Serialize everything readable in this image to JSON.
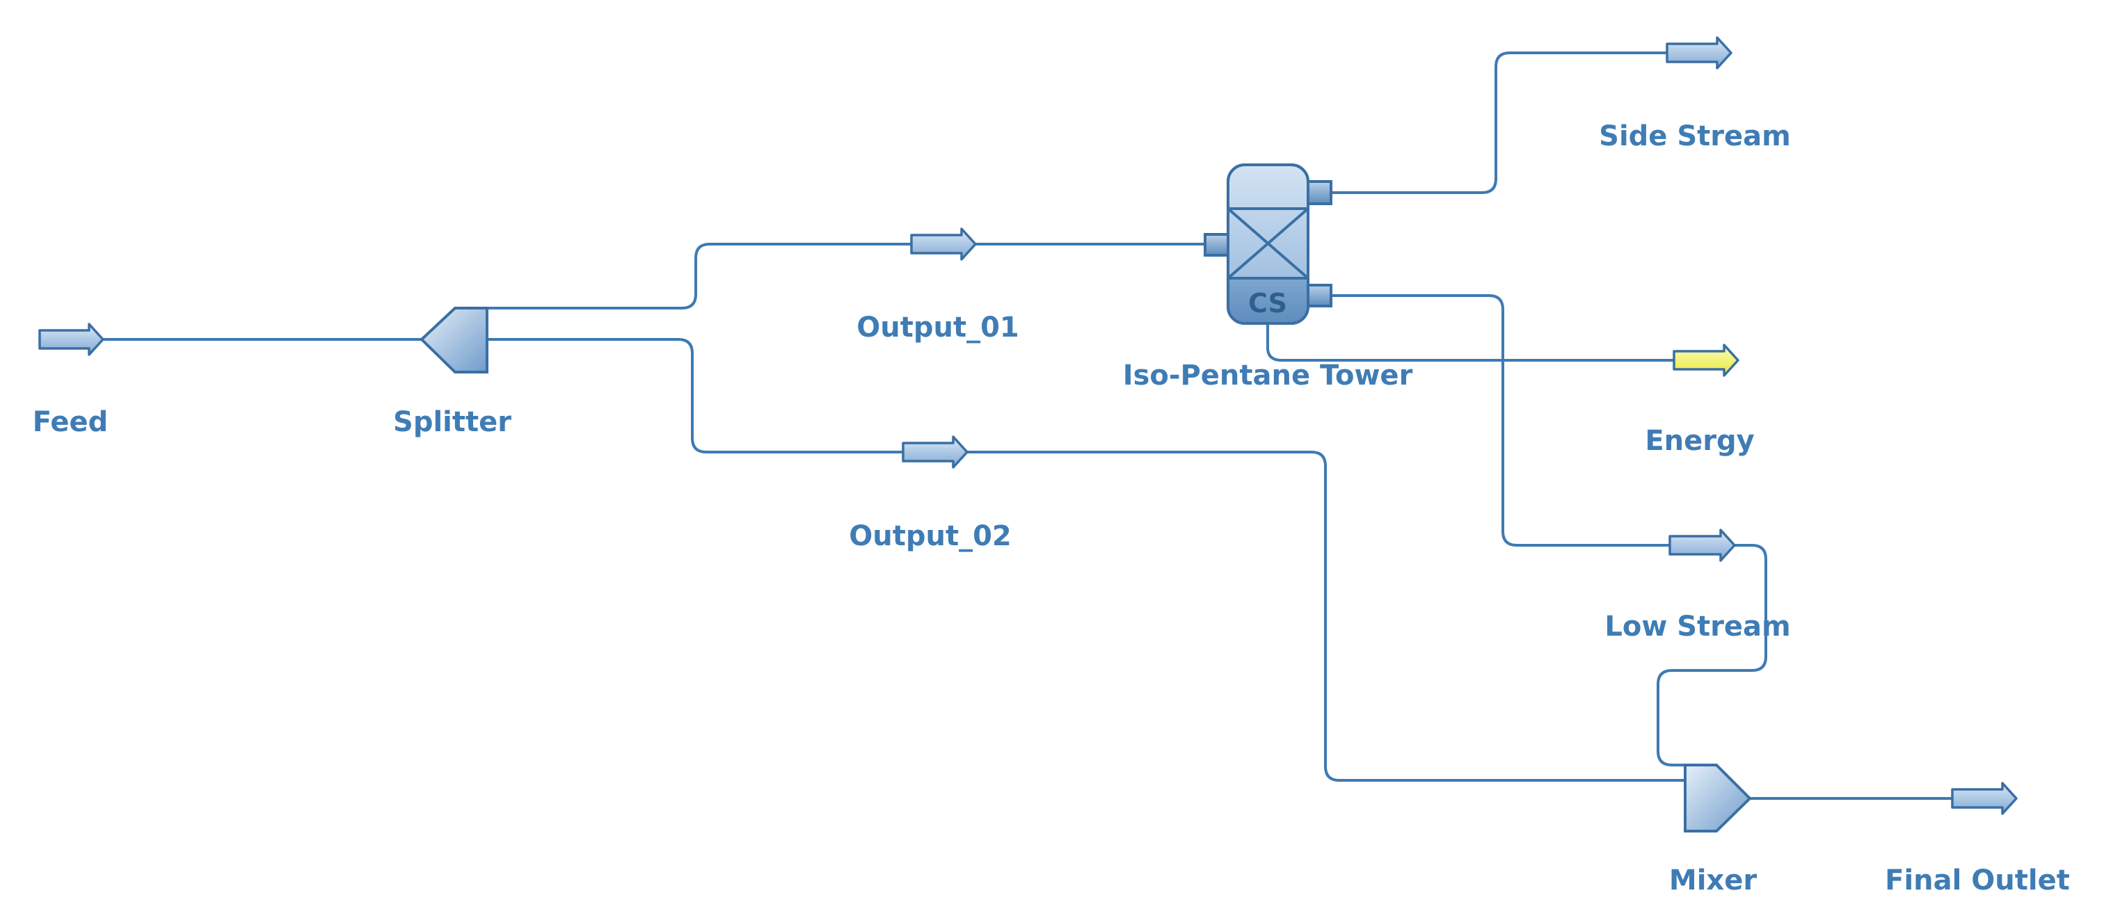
{
  "diagram": {
    "streams": {
      "feed": "Feed",
      "output_01": "Output_01",
      "output_02": "Output_02",
      "side_stream": "Side Stream",
      "energy": "Energy",
      "low_stream": "Low Stream",
      "final_outlet": "Final Outlet"
    },
    "units": {
      "splitter": "Splitter",
      "tower": "Iso-Pentane Tower",
      "tower_badge": "CS",
      "mixer": "Mixer"
    }
  },
  "colors": {
    "line": "#3f7ab2",
    "label": "#3f7cb5",
    "material_stream": "#a9c6e6",
    "energy_stream": "#f7f765"
  }
}
